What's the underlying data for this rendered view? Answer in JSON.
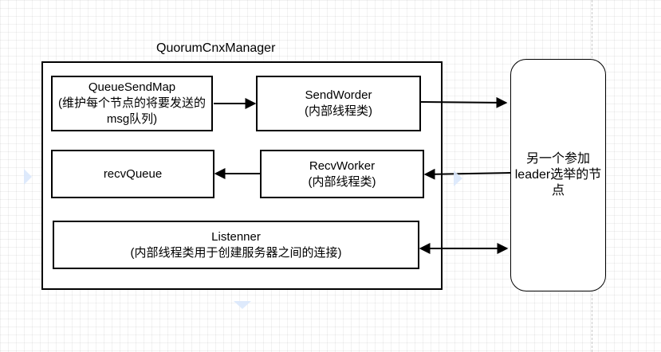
{
  "diagram": {
    "title": "QuorumCnxManager",
    "nodes": {
      "queue_send_map": {
        "name": "QueueSendMap",
        "desc": "(维护每个节点的将要发送的msg队列)"
      },
      "send_worker": {
        "name": "SendWorder",
        "desc": "(内部线程类)"
      },
      "recv_queue": {
        "name": "recvQueue"
      },
      "recv_worker": {
        "name": "RecvWorker",
        "desc": "(内部线程类)"
      },
      "listener": {
        "name": "Listenner",
        "desc": "(内部线程类用于创建服务器之间的连接)"
      },
      "peer": {
        "name": "另一个参加leader选举的节点"
      }
    },
    "edges": [
      {
        "from": "QueueSendMap",
        "to": "SendWorder"
      },
      {
        "from": "SendWorder",
        "to": "另一个参加leader选举的节点"
      },
      {
        "from": "另一个参加leader选举的节点",
        "to": "RecvWorker"
      },
      {
        "from": "RecvWorker",
        "to": "recvQueue"
      },
      {
        "from": "Listenner",
        "to": "另一个参加leader选举的节点",
        "bidirectional": true
      }
    ],
    "colors": {
      "stroke": "#000000",
      "handle": "#dae8fc",
      "canvas_line": "#c8c8c8"
    }
  }
}
